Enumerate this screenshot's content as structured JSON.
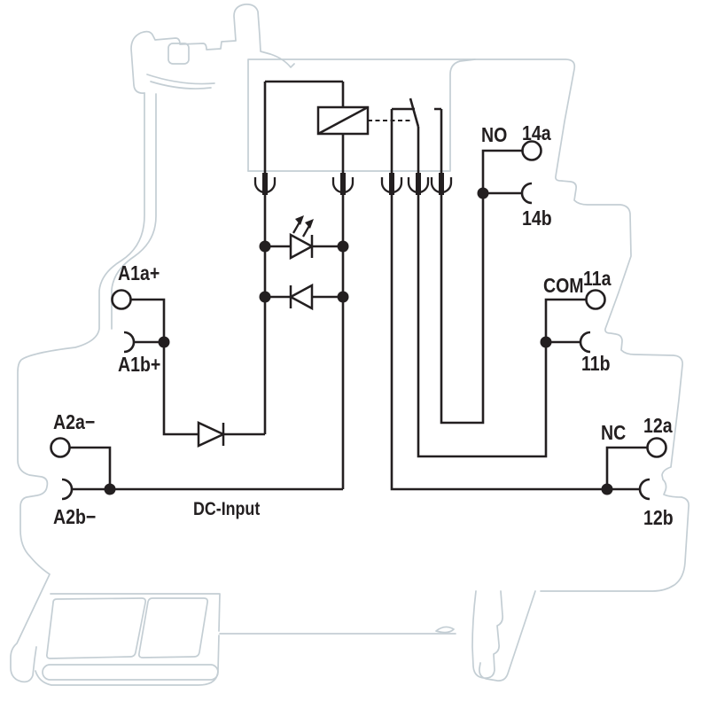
{
  "diagram_title": "relay-terminal-block-wiring-diagram",
  "colors": {
    "wire": "#231f20",
    "housing_outline": "#c4ced4",
    "background": "#ffffff"
  },
  "labels": {
    "a1a": "A1a+",
    "a1b": "A1b+",
    "a2a": "A2a−",
    "a2b": "A2b−",
    "dc_input": "DC-Input",
    "no": "NO",
    "no_a": "14a",
    "no_b": "14b",
    "com": "COM",
    "com_a": "11a",
    "com_b": "11b",
    "nc": "NC",
    "nc_a": "12a",
    "nc_b": "12b"
  }
}
